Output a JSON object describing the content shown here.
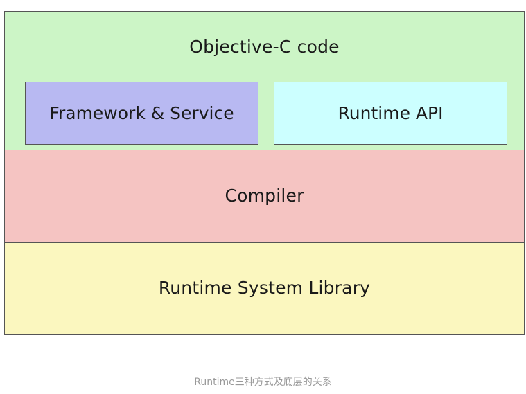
{
  "diagram": {
    "objc_layer": {
      "label": "Objective-C code",
      "color": "#ccf5c6",
      "boxes": [
        {
          "label": "Framework & Service",
          "color": "#b8b9f2"
        },
        {
          "label": "Runtime API",
          "color": "#ccffff"
        }
      ]
    },
    "compiler_layer": {
      "label": "Compiler",
      "color": "#f5c4c2"
    },
    "runtime_layer": {
      "label": "Runtime System Library",
      "color": "#fbf7bf"
    }
  },
  "caption": "Runtime三种方式及底层的关系"
}
